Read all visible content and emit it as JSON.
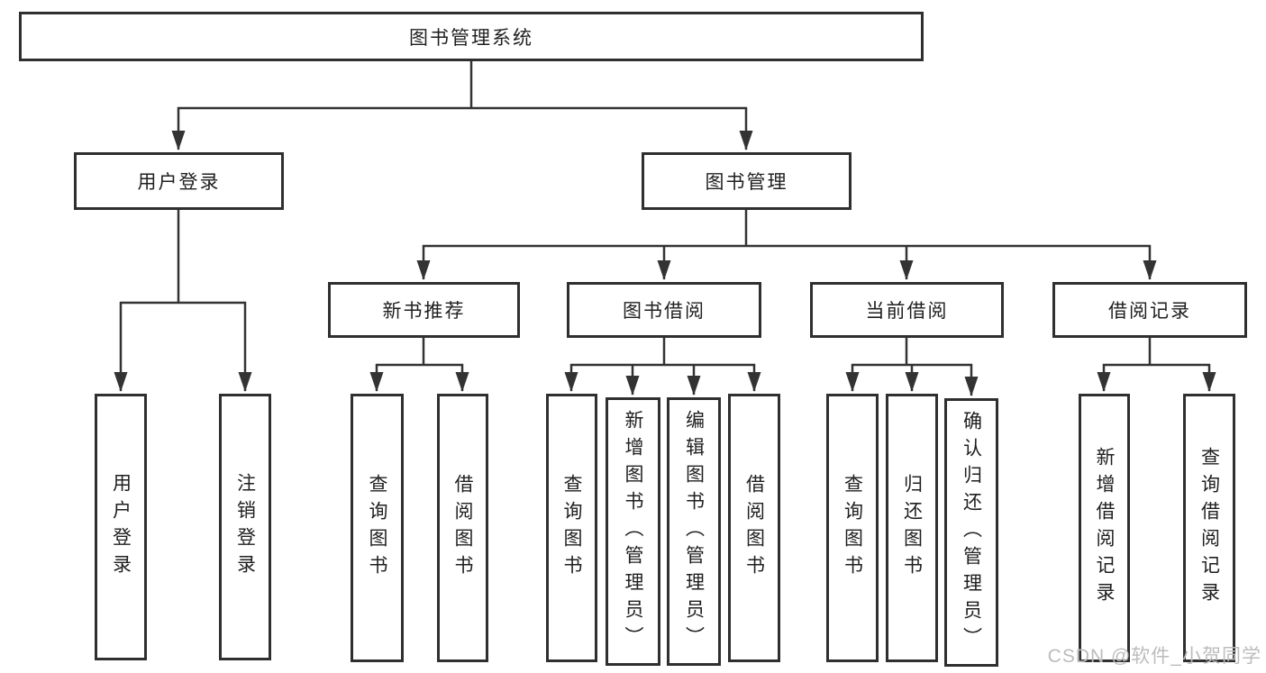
{
  "colors": {
    "background": "#ffffff",
    "line": "#333333",
    "box_border": "#2f2f2f",
    "text": "#1f1f1f",
    "watermark": "#bcbcbc"
  },
  "watermark": {
    "text": "CSDN @软件_小贺同学"
  },
  "tree": {
    "root": {
      "label": "图书管理系统"
    },
    "branches": [
      {
        "label": "用户登录",
        "children": [
          {
            "label": "用户登录"
          },
          {
            "label": "注销登录"
          }
        ]
      },
      {
        "label": "图书管理",
        "children": [
          {
            "label": "新书推荐",
            "children": [
              {
                "label": "查询图书"
              },
              {
                "label": "借阅图书"
              }
            ]
          },
          {
            "label": "图书借阅",
            "children": [
              {
                "label": "查询图书"
              },
              {
                "label": "新增图书（管理员）"
              },
              {
                "label": "编辑图书（管理员）"
              },
              {
                "label": "借阅图书"
              }
            ]
          },
          {
            "label": "当前借阅",
            "children": [
              {
                "label": "查询图书"
              },
              {
                "label": "归还图书"
              },
              {
                "label": "确认归还（管理员）"
              }
            ]
          },
          {
            "label": "借阅记录",
            "children": [
              {
                "label": "新增借阅记录"
              },
              {
                "label": "查询借阅记录"
              }
            ]
          }
        ]
      }
    ]
  }
}
